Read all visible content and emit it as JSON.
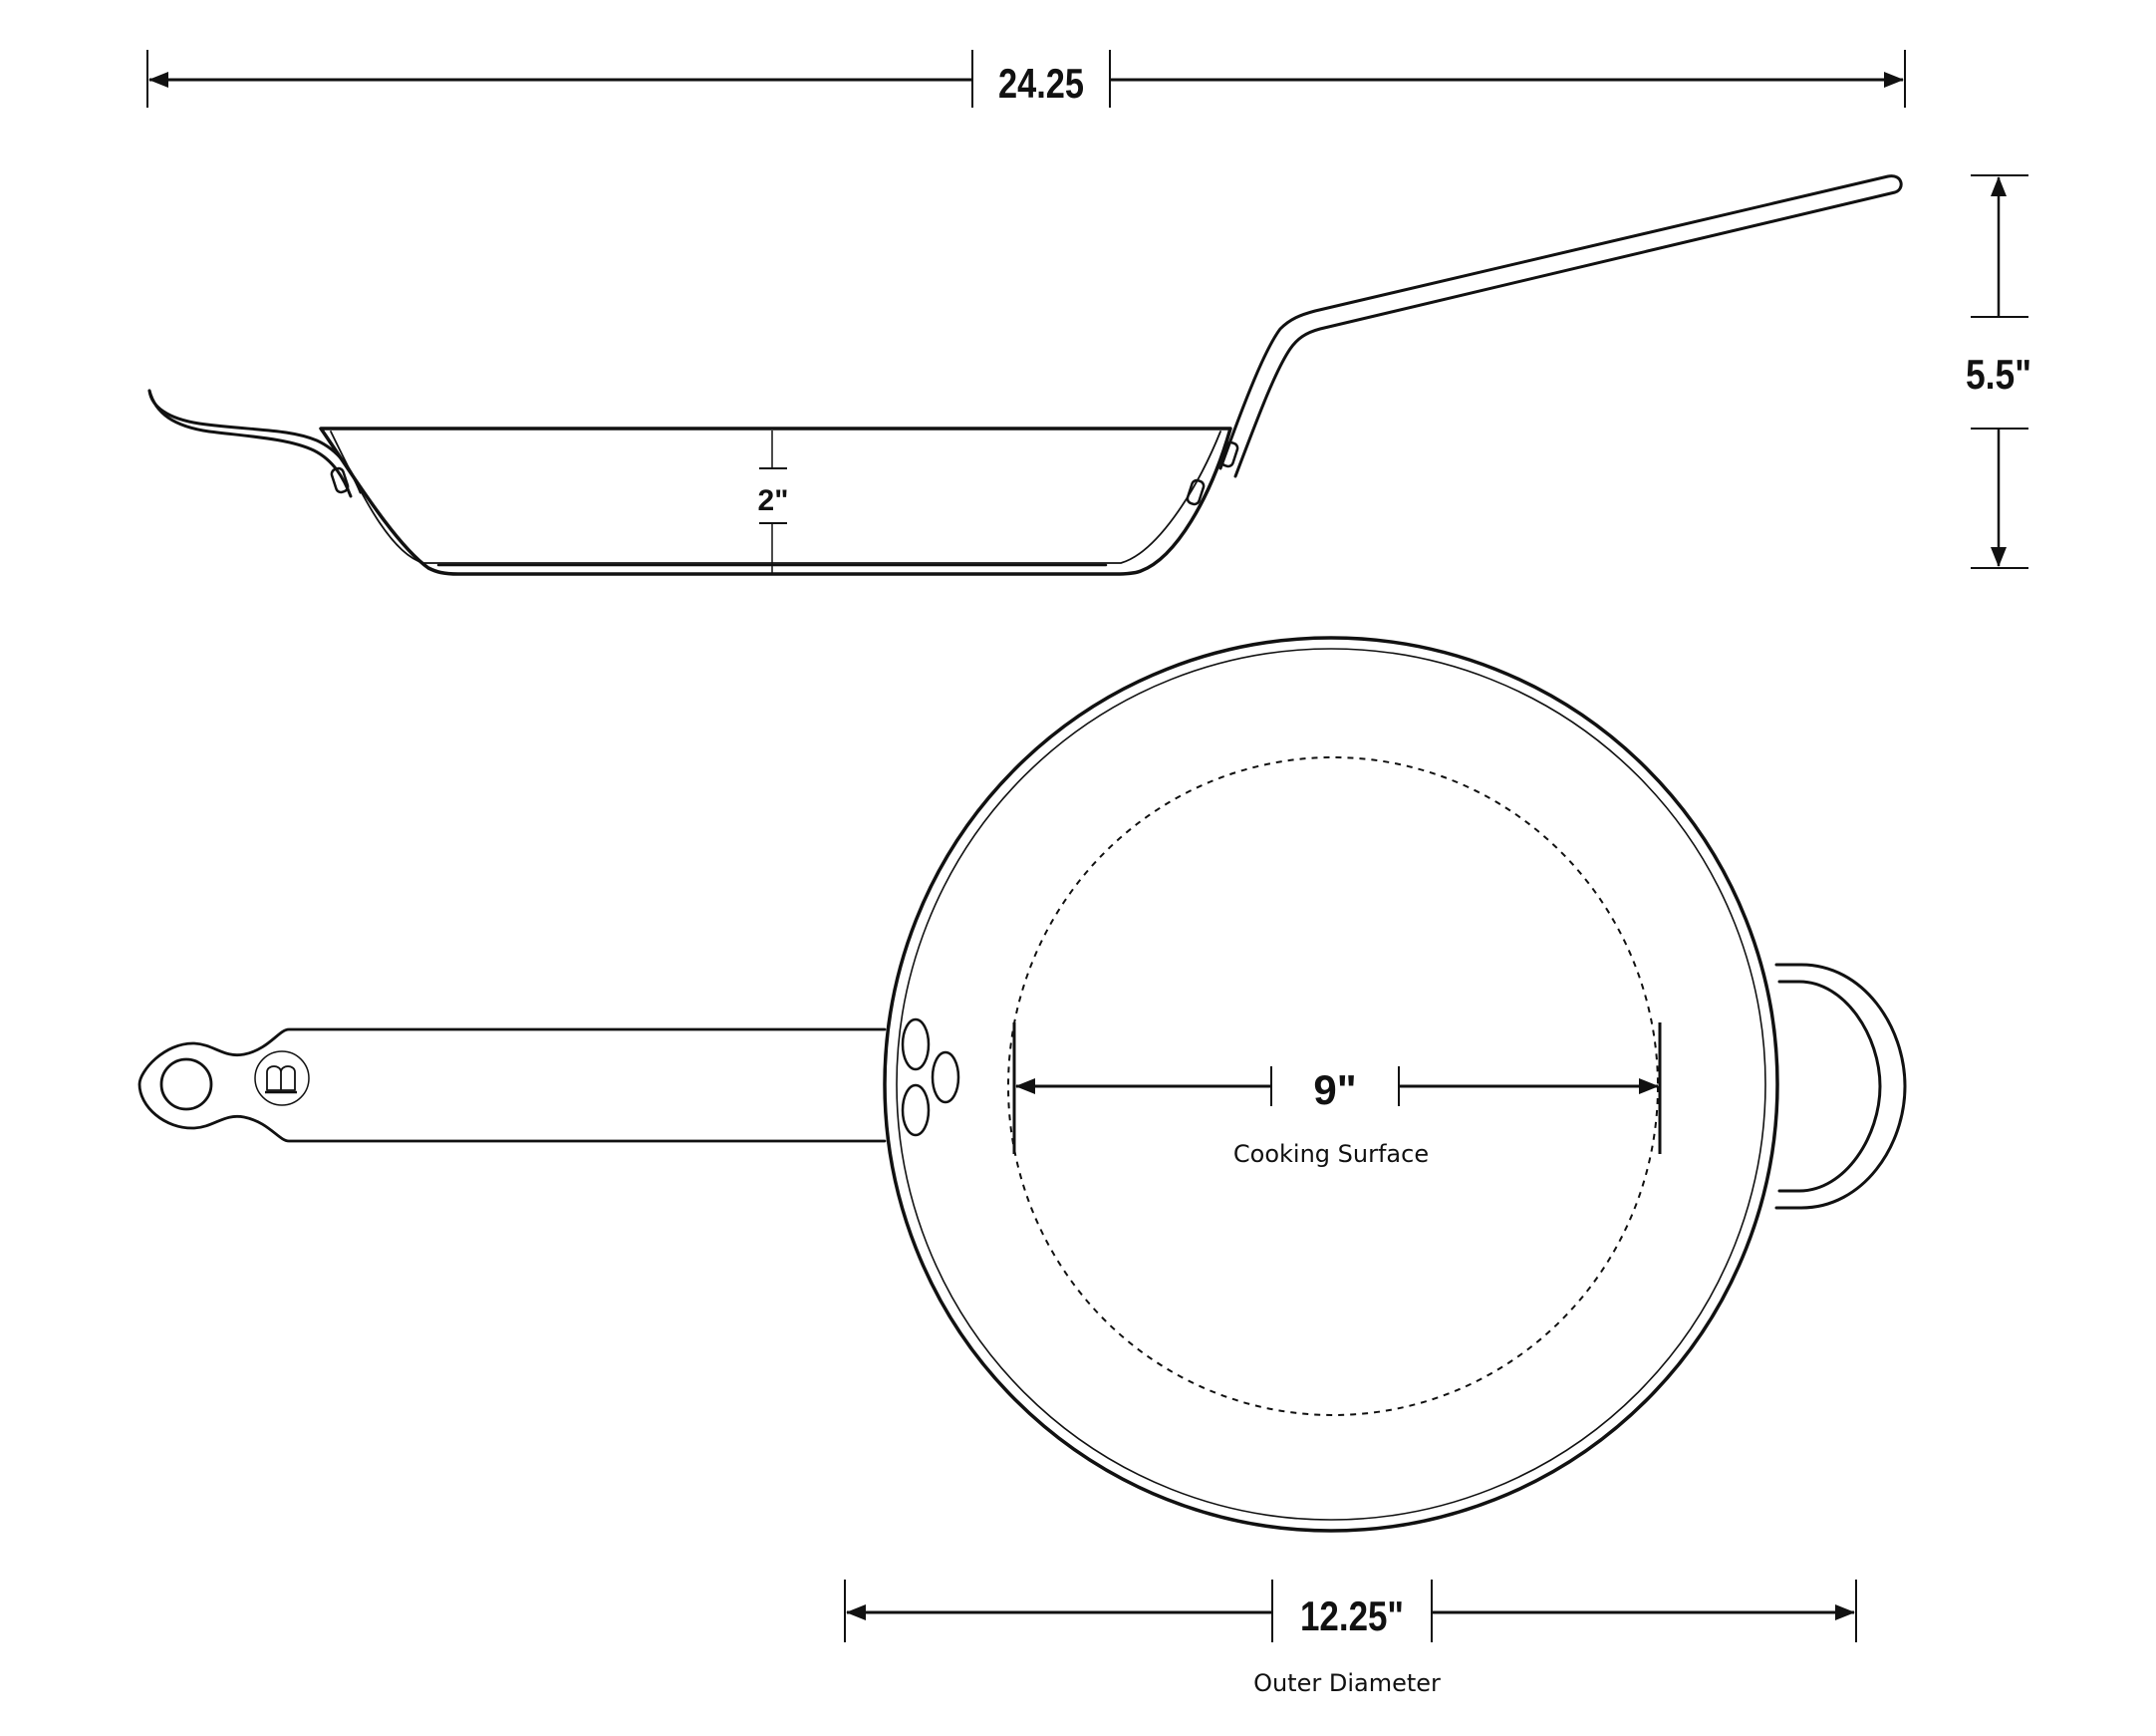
{
  "diagram": {
    "subject": "Frying pan dimension drawing",
    "views": [
      "side-view",
      "top-view"
    ],
    "colors": {
      "line": "#111111",
      "background": "#ffffff"
    }
  },
  "dimensions": {
    "overall_length": {
      "label": "24.25"
    },
    "overall_height": {
      "label": "5.5\""
    },
    "depth": {
      "label": "2\""
    },
    "cooking_surface": {
      "label": "9\"",
      "caption": "Cooking Surface"
    },
    "outer_diameter": {
      "label": "12.25\"",
      "caption": "Outer Diameter"
    }
  },
  "icons": {
    "logo": "brand-b-logo-icon"
  }
}
